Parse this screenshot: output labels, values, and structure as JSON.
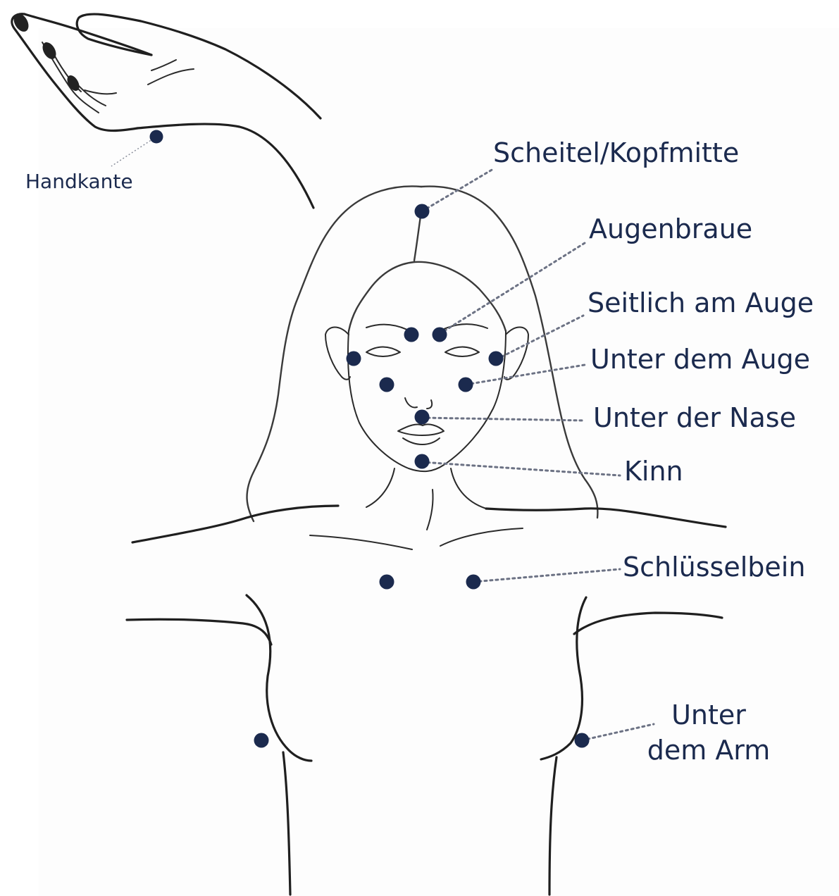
{
  "diagram": {
    "labels": {
      "handkante": "Handkante",
      "scheitel": "Scheitel/Kopfmitte",
      "augenbraue": "Augenbraue",
      "seitlich_auge": "Seitlich am Auge",
      "unter_auge": "Unter dem Auge",
      "unter_nase": "Unter der Nase",
      "kinn": "Kinn",
      "schluesselbein": "Schlüsselbein",
      "unter_arm_line1": "Unter",
      "unter_arm_line2": "dem Arm"
    },
    "colors": {
      "point": "#1b2a4e",
      "label": "#1b2a4e",
      "leader": "#6c7284",
      "outline": "#1f1f1f",
      "background": "#ffffff"
    }
  }
}
